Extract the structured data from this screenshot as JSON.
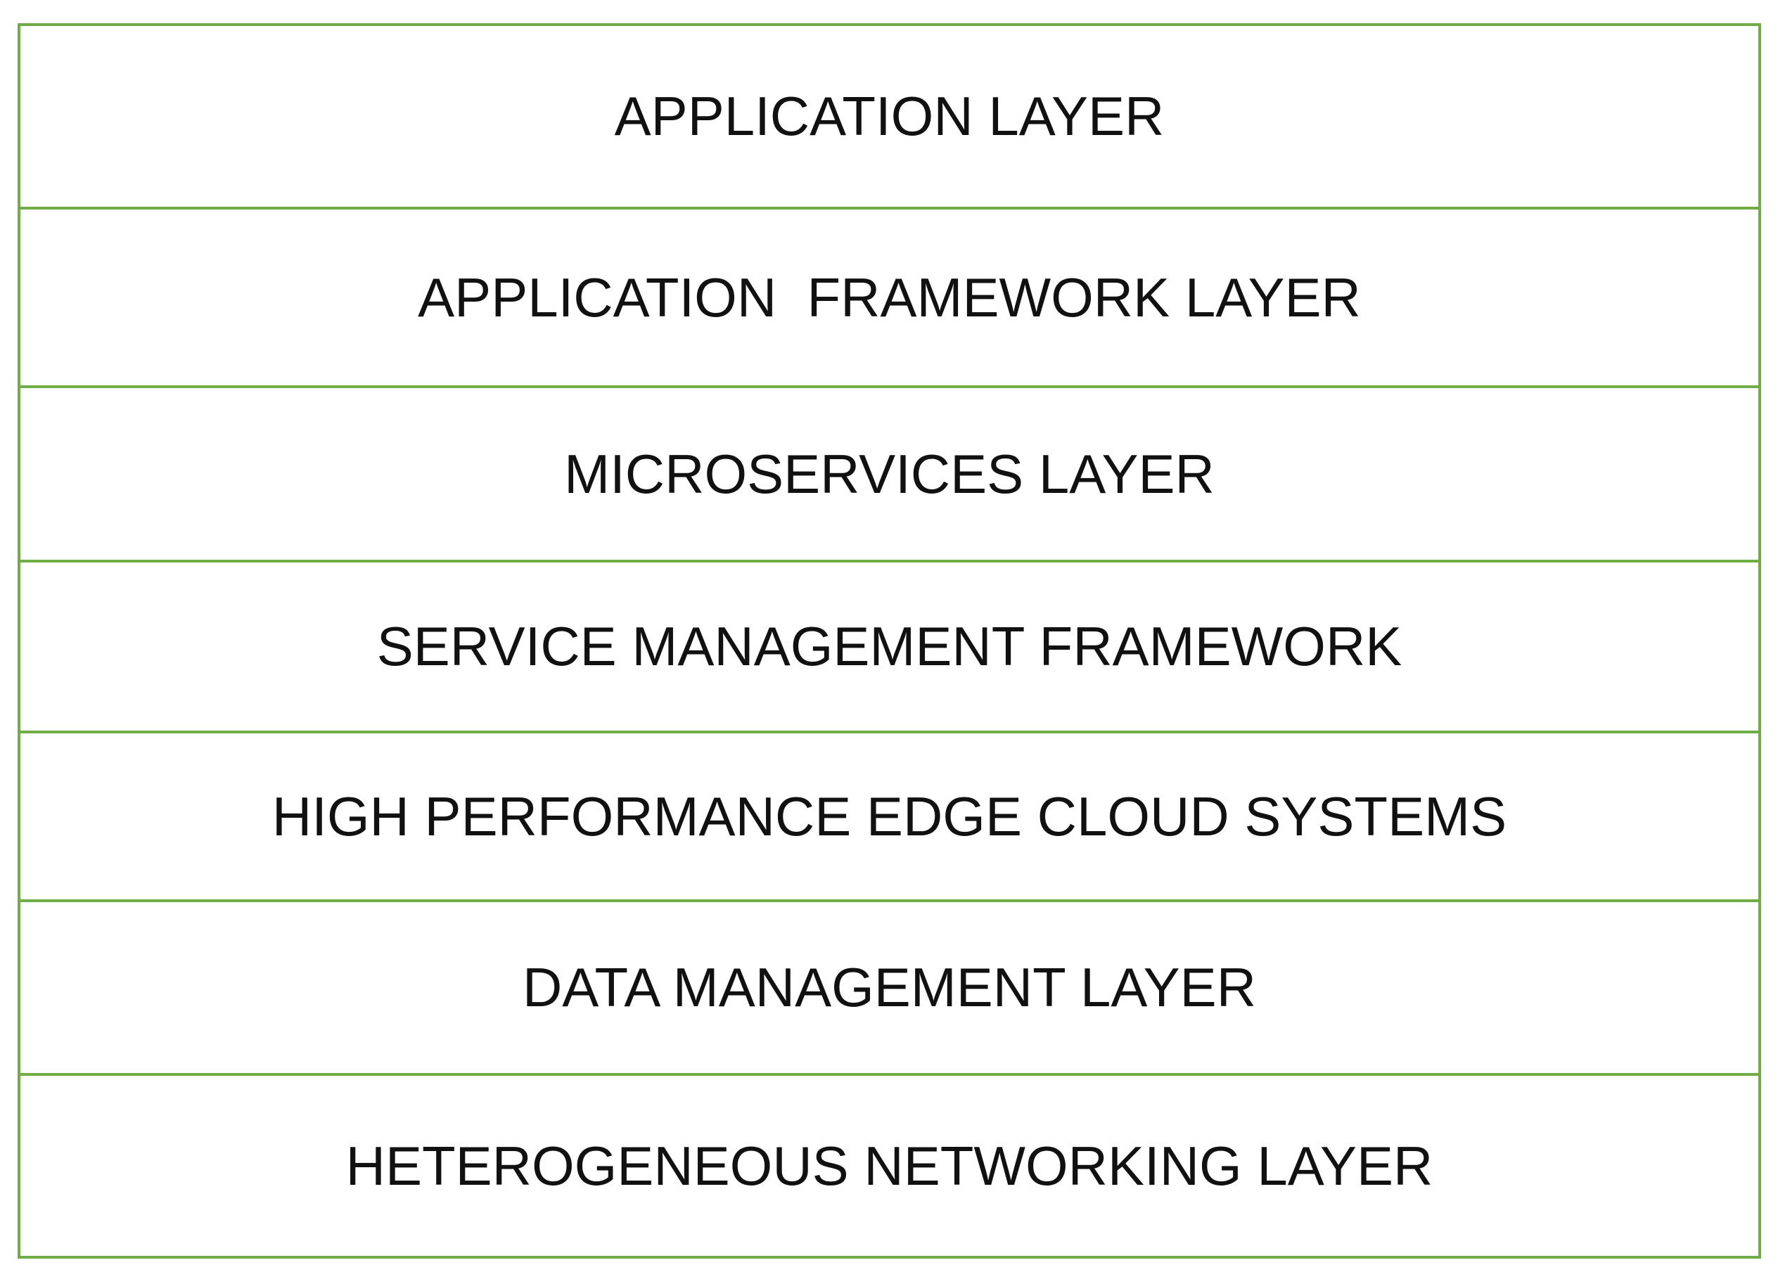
{
  "colors": {
    "border": "#70ad47",
    "text": "#111111",
    "background": "#ffffff"
  },
  "layers": [
    {
      "label": "APPLICATION LAYER"
    },
    {
      "label": "APPLICATION  FRAMEWORK LAYER"
    },
    {
      "label": "MICROSERVICES LAYER"
    },
    {
      "label": "SERVICE MANAGEMENT FRAMEWORK"
    },
    {
      "label": "HIGH PERFORMANCE EDGE CLOUD SYSTEMS"
    },
    {
      "label": "DATA MANAGEMENT LAYER"
    },
    {
      "label": "HETEROGENEOUS NETWORKING LAYER"
    }
  ]
}
